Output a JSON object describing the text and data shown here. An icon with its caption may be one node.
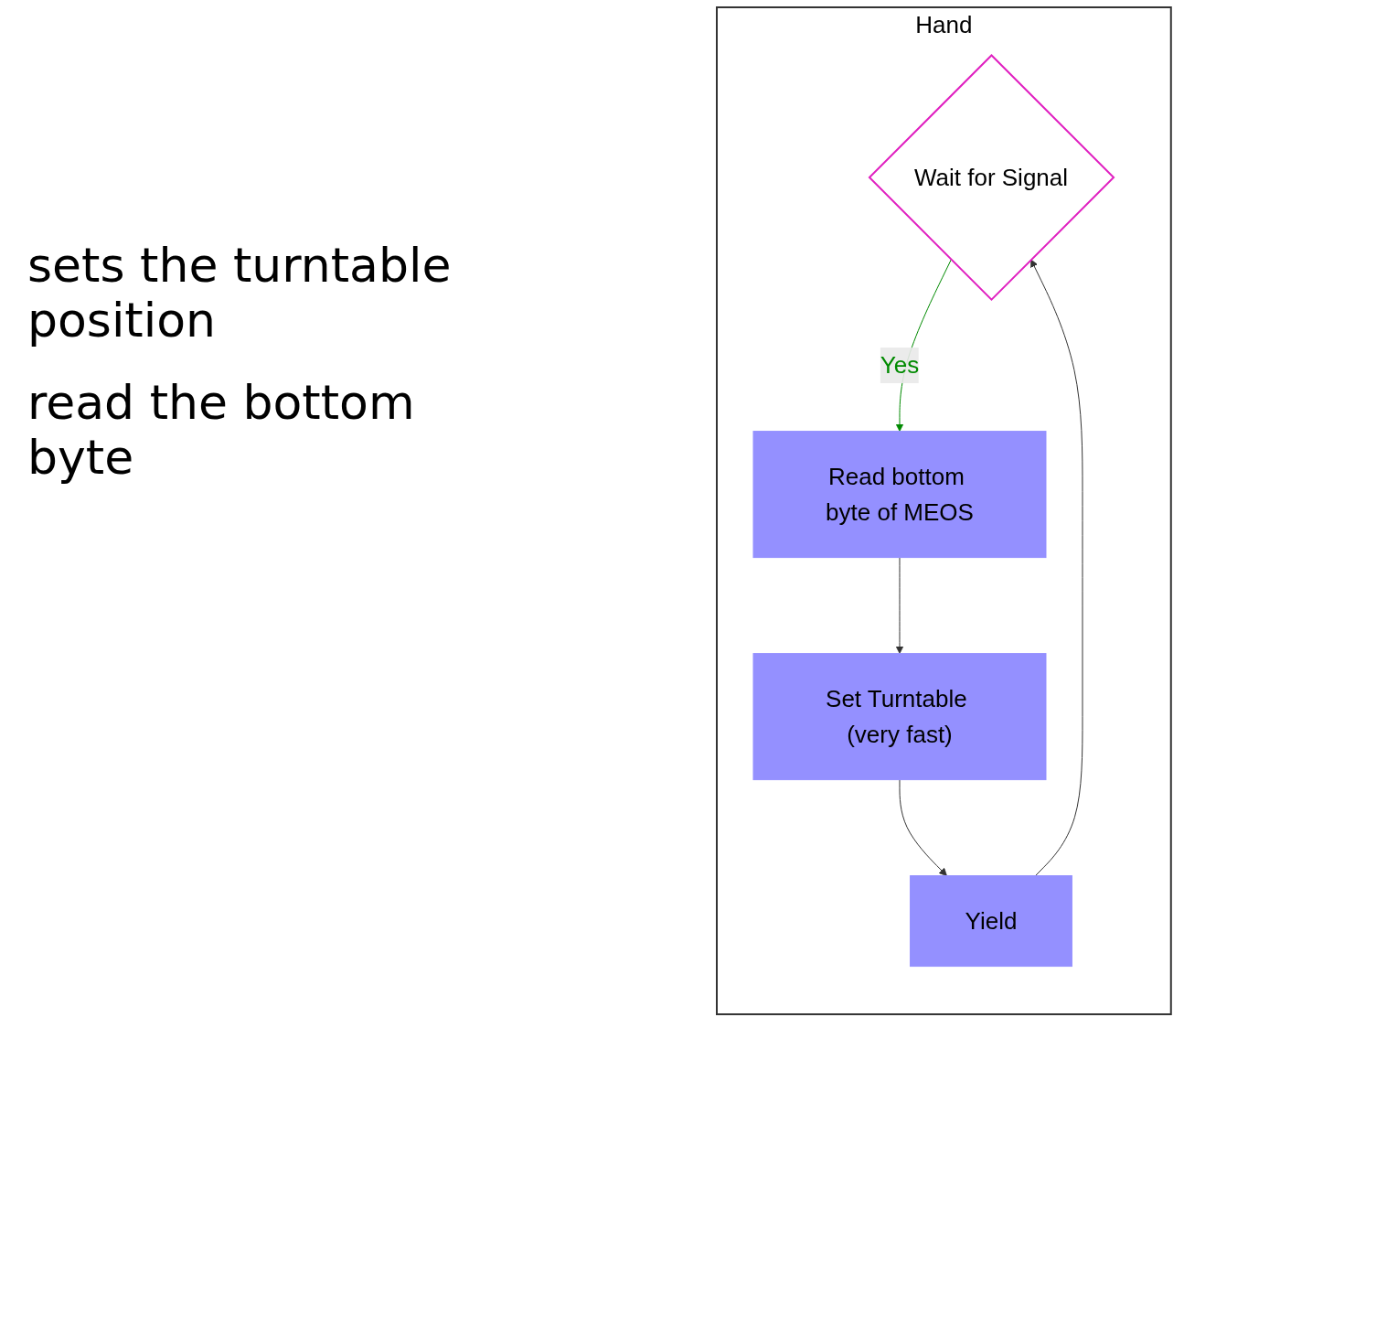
{
  "diagram": {
    "nodes": [
      {
        "text": [
          "Hand"
        ]
      },
      {
        "text": [
          "Wait for Signal"
        ],
        "in": 0
      },
      {
        "text": [
          "Read bottom byte of MEOS"
        ],
        "in": 0
      },
      {
        "text": [
          "Set Turntable (very fast)"
        ],
        "in": 0
      },
      {
        "text": [
          "Yield"
        ],
        "in": 0
      }
    ],
    "edges": [
      {
        "from": 1,
        "to": 2,
        "arrow": "to",
        "label": "Yes",
        "color": "#008a00"
      },
      {
        "from": 2,
        "to": 3,
        "arrow": "to"
      },
      {
        "from": 3,
        "to": 4,
        "arrow": "to"
      },
      {
        "from": 4,
        "to": 1,
        "arrow": "to"
      }
    ],
    "labels": [
      "sets the turntable position",
      "read the bottom byte"
    ]
  }
}
